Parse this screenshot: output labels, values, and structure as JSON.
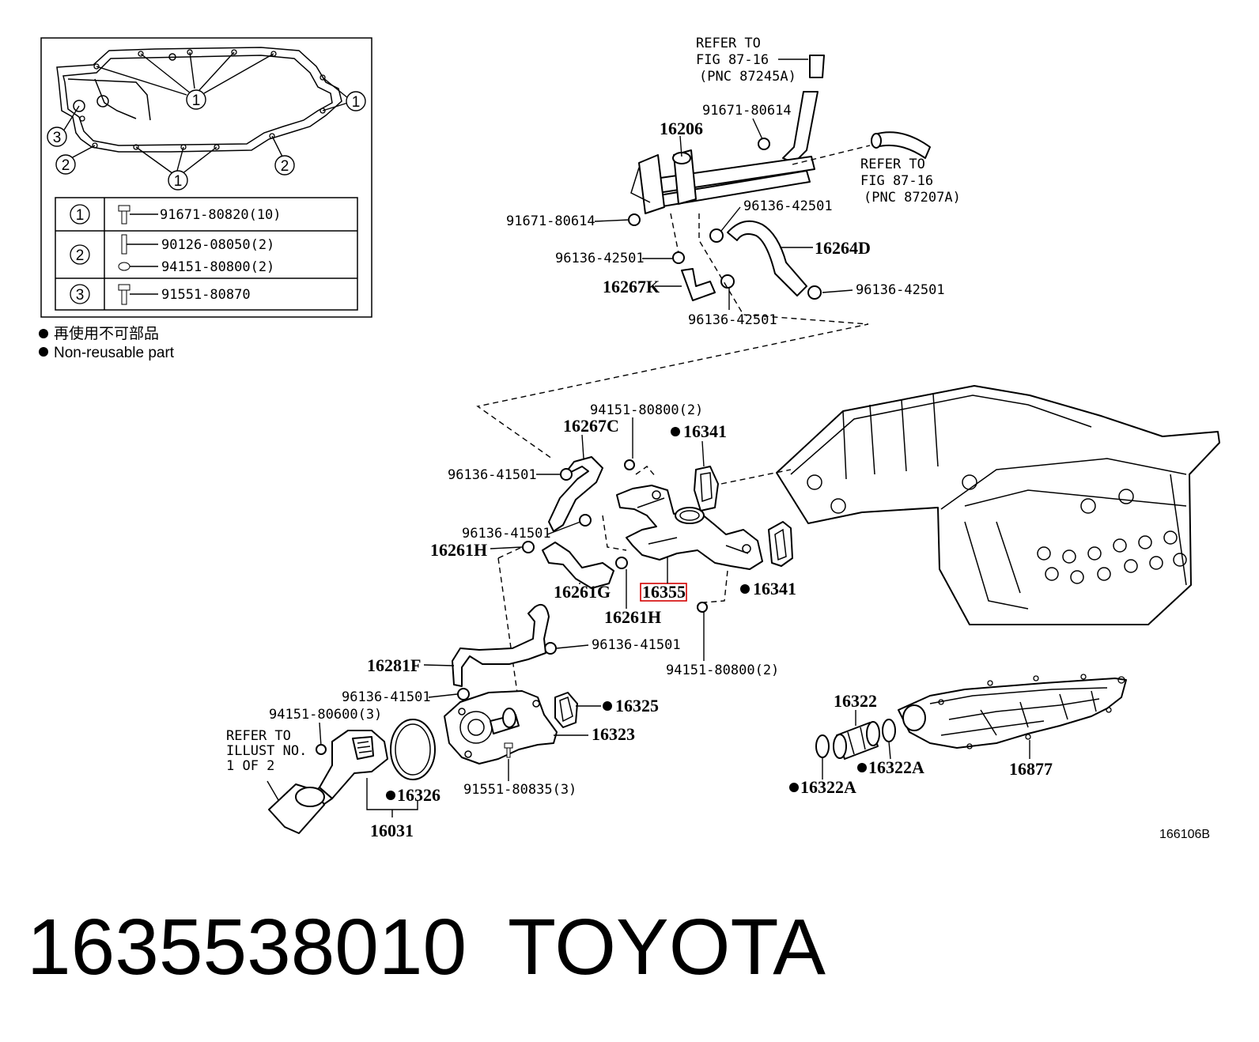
{
  "inset": {
    "callouts": [
      "1",
      "2",
      "3"
    ],
    "table": [
      {
        "no": "1",
        "parts": [
          "91671-80820(10)"
        ]
      },
      {
        "no": "2",
        "parts": [
          "90126-08050(2)",
          "94151-80800(2)"
        ]
      },
      {
        "no": "3",
        "parts": [
          "91551-80870"
        ]
      }
    ],
    "legend_cn": "再使用不可部品",
    "legend_en": "Non-reusable part"
  },
  "refer_a": [
    "REFER TO",
    "FIG 87-16",
    "(PNC 87245A)"
  ],
  "refer_b": [
    "REFER TO",
    "FIG 87-16",
    "(PNC 87207A)"
  ],
  "refer_c": [
    "REFER TO",
    "ILLUST NO.",
    "1 OF 2"
  ],
  "labels": {
    "p16206": "16206",
    "b91671_top": "91671-80614",
    "b91671_left": "91671-80614",
    "c96136_top": "96136-42501",
    "c96136_left": "96136-42501",
    "c96136_right": "96136-42501",
    "c96136_bottom": "96136-42501",
    "h16264D": "16264D",
    "h16267K": "16267K",
    "n94151_top": "94151-80800(2)",
    "h16267C": "16267C",
    "g16341_top": "16341",
    "c41501_a": "96136-41501",
    "c41501_b": "96136-41501",
    "h16261H_left": "16261H",
    "h16261G": "16261G",
    "p16355": "16355",
    "h16261H_bottom": "16261H",
    "g16341_bottom": "16341",
    "c41501_c": "96136-41501",
    "n94151_bottom": "94151-80800(2)",
    "h16281F": "16281F",
    "c41501_d": "96136-41501",
    "n94151_606": "94151-80600(3)",
    "g16325": "16325",
    "p16323": "16323",
    "g16326": "16326",
    "b91551": "91551-80835(3)",
    "p16031": "16031",
    "p16322": "16322",
    "g16322A_right": "16322A",
    "g16322A_left": "16322A",
    "p16877": "16877",
    "fig_code": "166106B"
  },
  "footer": {
    "part_number": "1635538010",
    "brand": "TOYOTA"
  }
}
